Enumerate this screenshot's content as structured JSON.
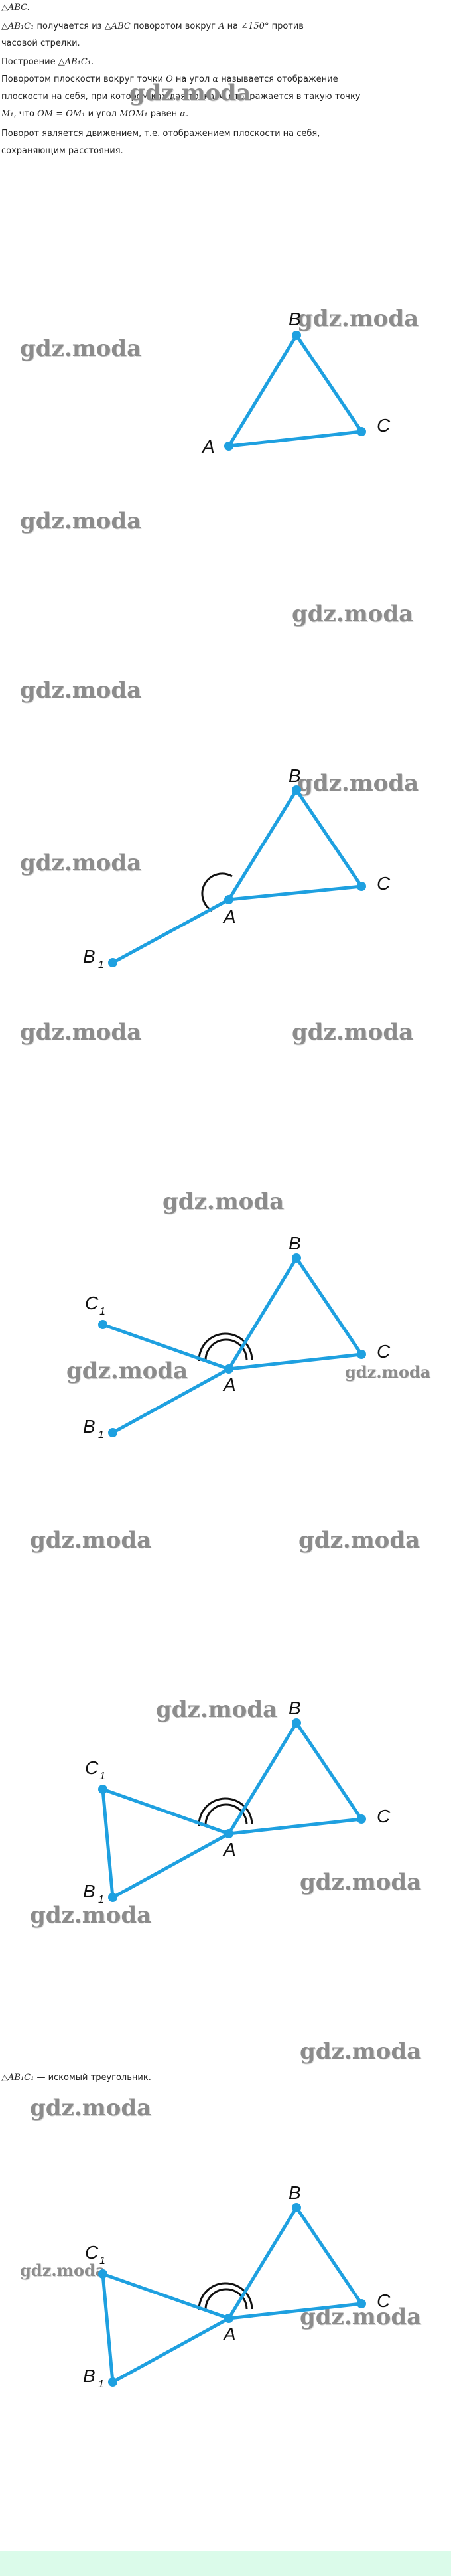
{
  "intro": {
    "line1": "△ABC.",
    "line2a": "△AB₁C₁",
    "line2b": " получается из ",
    "line2c": "△ABC",
    "line2d": " поворотом вокруг ",
    "line2e": "A",
    "line2f": " на ",
    "line2g": "∠150°",
    "line2h": " против",
    "line3": "часовой стрелки.",
    "line4a": "Построение ",
    "line4b": "△AB₁C₁.",
    "line5a": "Поворотом плоскости вокруг точки ",
    "line5b": "O",
    "line5c": " на угол ",
    "line5d": "α",
    "line5e": " называется отображение",
    "line6a": "плоскости на себя, при котором каждая точка ",
    "line6b": "M",
    "line6c": " отображается в такую точку",
    "line7a": "M₁",
    "line7b": ", что ",
    "line7c": "OM = OM₁",
    "line7d": " и угол ",
    "line7e": "MOM₁",
    "line7f": " равен ",
    "line7g": "α.",
    "line8": "Поворот является движением, т.е. отображением плоскости на себя,",
    "line9": "сохраняющим расстояния."
  },
  "labels": {
    "A": "A",
    "B": "B",
    "C": "C",
    "B1": "B",
    "C1": "C",
    "sub1": "1"
  },
  "watermark": "gdz.moda",
  "conclusion": {
    "a": "△AB₁C₁",
    "b": " — искомый треугольник."
  },
  "colors": {
    "figure": "#1ea0e0",
    "watermark": "#8c8c8c",
    "bottom_bar": "#dbfbea"
  }
}
